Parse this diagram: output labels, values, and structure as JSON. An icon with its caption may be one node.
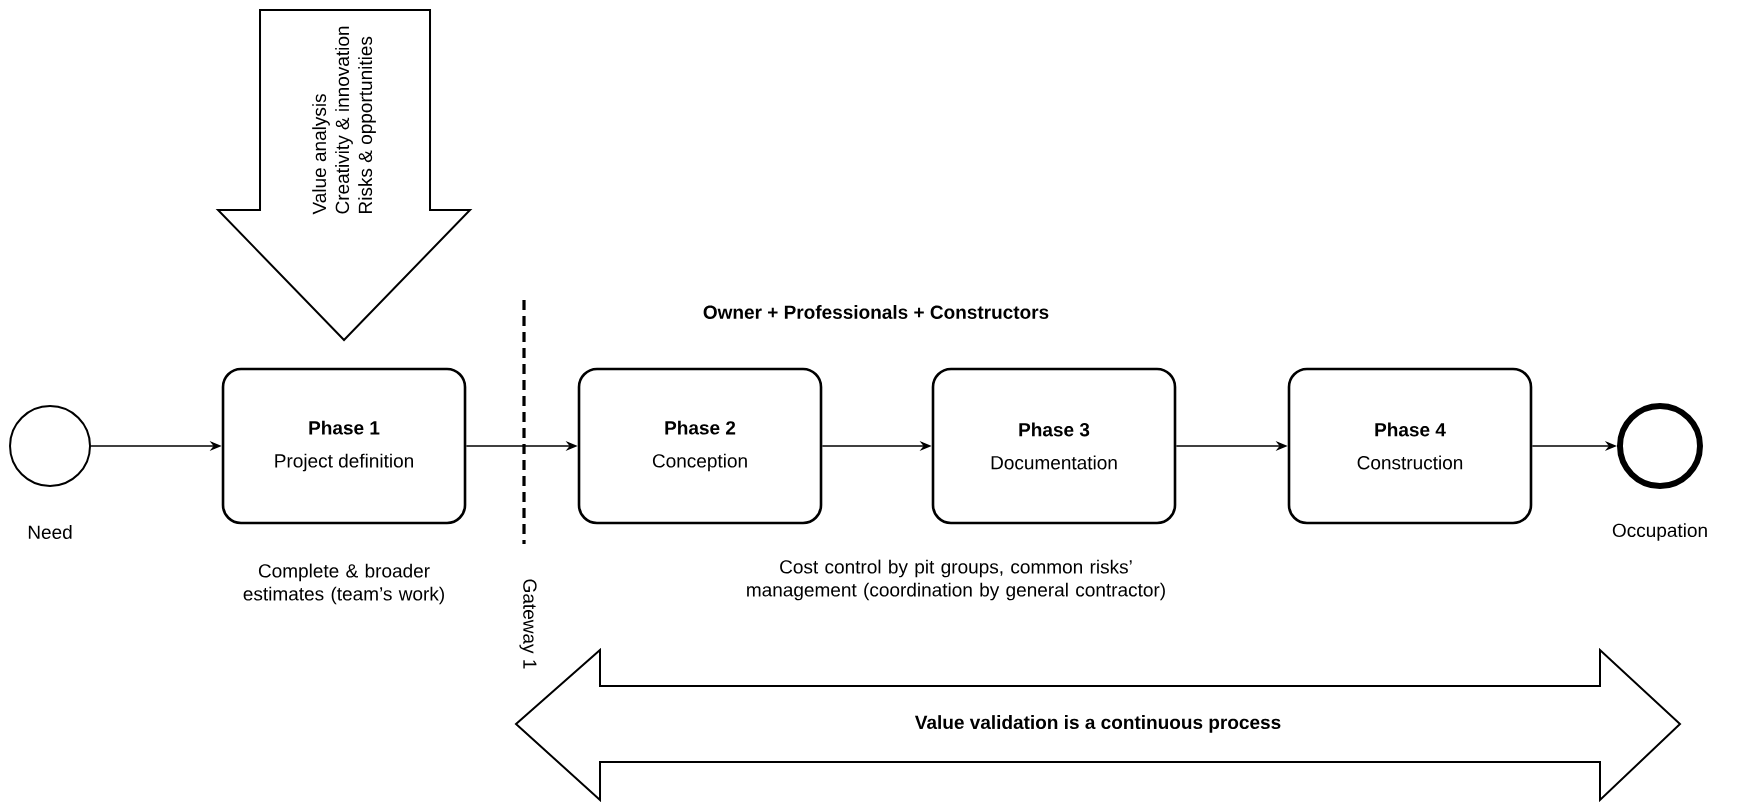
{
  "diagram": {
    "nodes": [
      {
        "text": [],
        "shape": "circle",
        "beside": [
          "Need"
        ]
      },
      {
        "text": [
          "Phase 1",
          "Project definition"
        ],
        "beside": [
          "Complete & broader estimates (team’s work)"
        ]
      },
      {
        "text": [
          "Phase 2",
          "Conception"
        ]
      },
      {
        "text": [
          "Phase 3",
          "Documentation"
        ]
      },
      {
        "text": [
          "Phase 4",
          "Construction"
        ]
      },
      {
        "text": [],
        "shape": "circle",
        "beside": [
          "Occupation"
        ]
      },
      {
        "text": [
          "Value analysis",
          "Creativity & innovation",
          "Risks & opportunities"
        ]
      },
      {
        "text": [
          "Value validation is a continuous process"
        ]
      }
    ],
    "edges": [
      {
        "from": 0,
        "to": 1,
        "arrow": "to"
      },
      {
        "from": 1,
        "to": 2,
        "arrow": "to"
      },
      {
        "from": 2,
        "to": 3,
        "arrow": "to"
      },
      {
        "from": 3,
        "to": 4,
        "arrow": "to"
      },
      {
        "from": 4,
        "to": 5,
        "arrow": "to"
      }
    ],
    "labels": [
      "Owner + Professionals + Constructors",
      "Gateway 1",
      "Cost control by pit groups, common risks’ management (coordination by general contractor)"
    ]
  }
}
